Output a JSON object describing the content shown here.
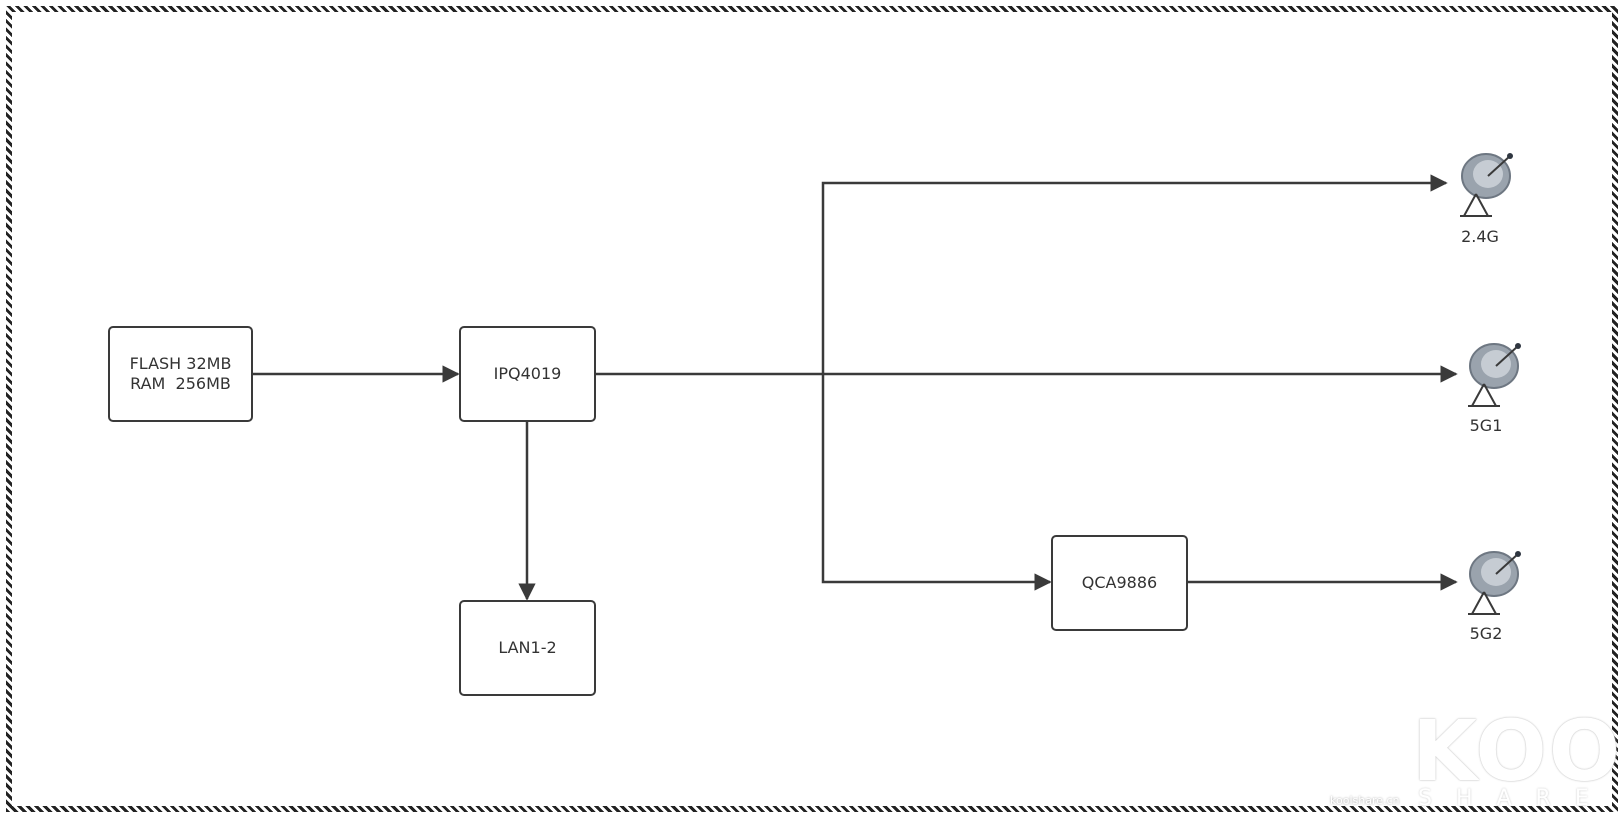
{
  "diagram": {
    "nodes": {
      "memory": "FLASH 32MB\nRAM  256MB",
      "soc": "IPQ4019",
      "lan": "LAN1-2",
      "radio": "QCA9886"
    },
    "antennas": {
      "band_24": "2.4G",
      "band_5g1": "5G1",
      "band_5g2": "5G2"
    },
    "antenna_icon": "satellite-dish-icon"
  },
  "watermark": {
    "brand": "KOOL",
    "sub": "SHARE",
    "site": "koolshare.cn"
  },
  "colors": {
    "line": "#3a3a3a",
    "dish": "#9aa3ad",
    "text": "#333333"
  }
}
